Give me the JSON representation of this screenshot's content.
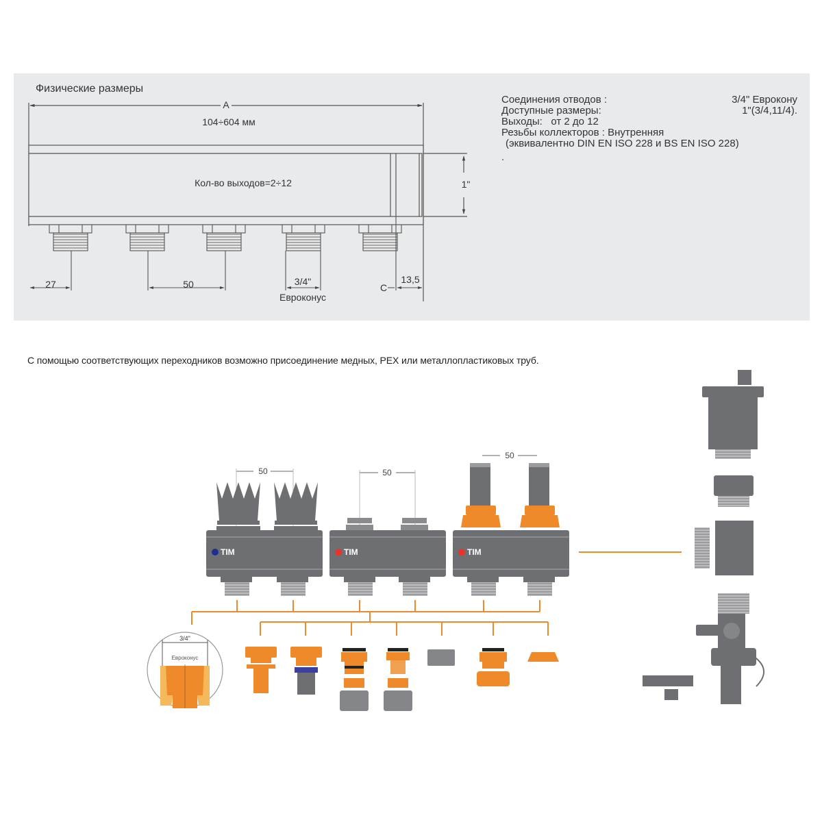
{
  "physical_dimensions": {
    "title": "Физические размеры",
    "dim_a_label": "A",
    "length_range": "104÷604 мм",
    "outlets_count": "Кол-во выходов=2÷12",
    "height_label": "1\"",
    "dim_27": "27",
    "dim_50": "50",
    "dim_thread": "3/4\"",
    "thread_type": "Евроконус",
    "dim_c": "C",
    "dim_13_5": "13,5"
  },
  "specs": {
    "rows": [
      {
        "label": "Соединения отводов :",
        "value": "3/4\" Евроконy"
      },
      {
        "label": "Доступные размеры:",
        "value": "1\"(3/4,11/4)."
      },
      {
        "label": "Выходы:   от 2 до 12",
        "value": ""
      },
      {
        "label": "Резьбы коллекторов : Внутренняя",
        "value": ""
      },
      {
        "label": "(эквивалентно DIN EN ISO 228 и BS EN ISO 228)",
        "value": ""
      }
    ],
    "trailing_mark": "."
  },
  "caption": "С помощью соответствующих переходников возможно присоединение медных, PEX или металлопластиковых труб.",
  "assembly": {
    "spacing_labels": [
      "50",
      "50",
      "50"
    ],
    "manifolds": [
      {
        "brand": "TIM",
        "dot_color": "#1f2f8f",
        "top_fitting": "flow-meter-cap"
      },
      {
        "brand": "TIM",
        "dot_color": "#e8322a",
        "top_fitting": "valve-nut"
      },
      {
        "brand": "TIM",
        "dot_color": "#e8322a",
        "top_fitting": "flowmeter-orange"
      }
    ],
    "detail_circle": {
      "size_label": "3/4\"",
      "type_label": "Евроконус"
    }
  },
  "colors": {
    "panel_bg": "#e9eaec",
    "manifold_gray": "#6e6f73",
    "accent_orange": "#ee8a2a",
    "line_gray": "#555555"
  }
}
